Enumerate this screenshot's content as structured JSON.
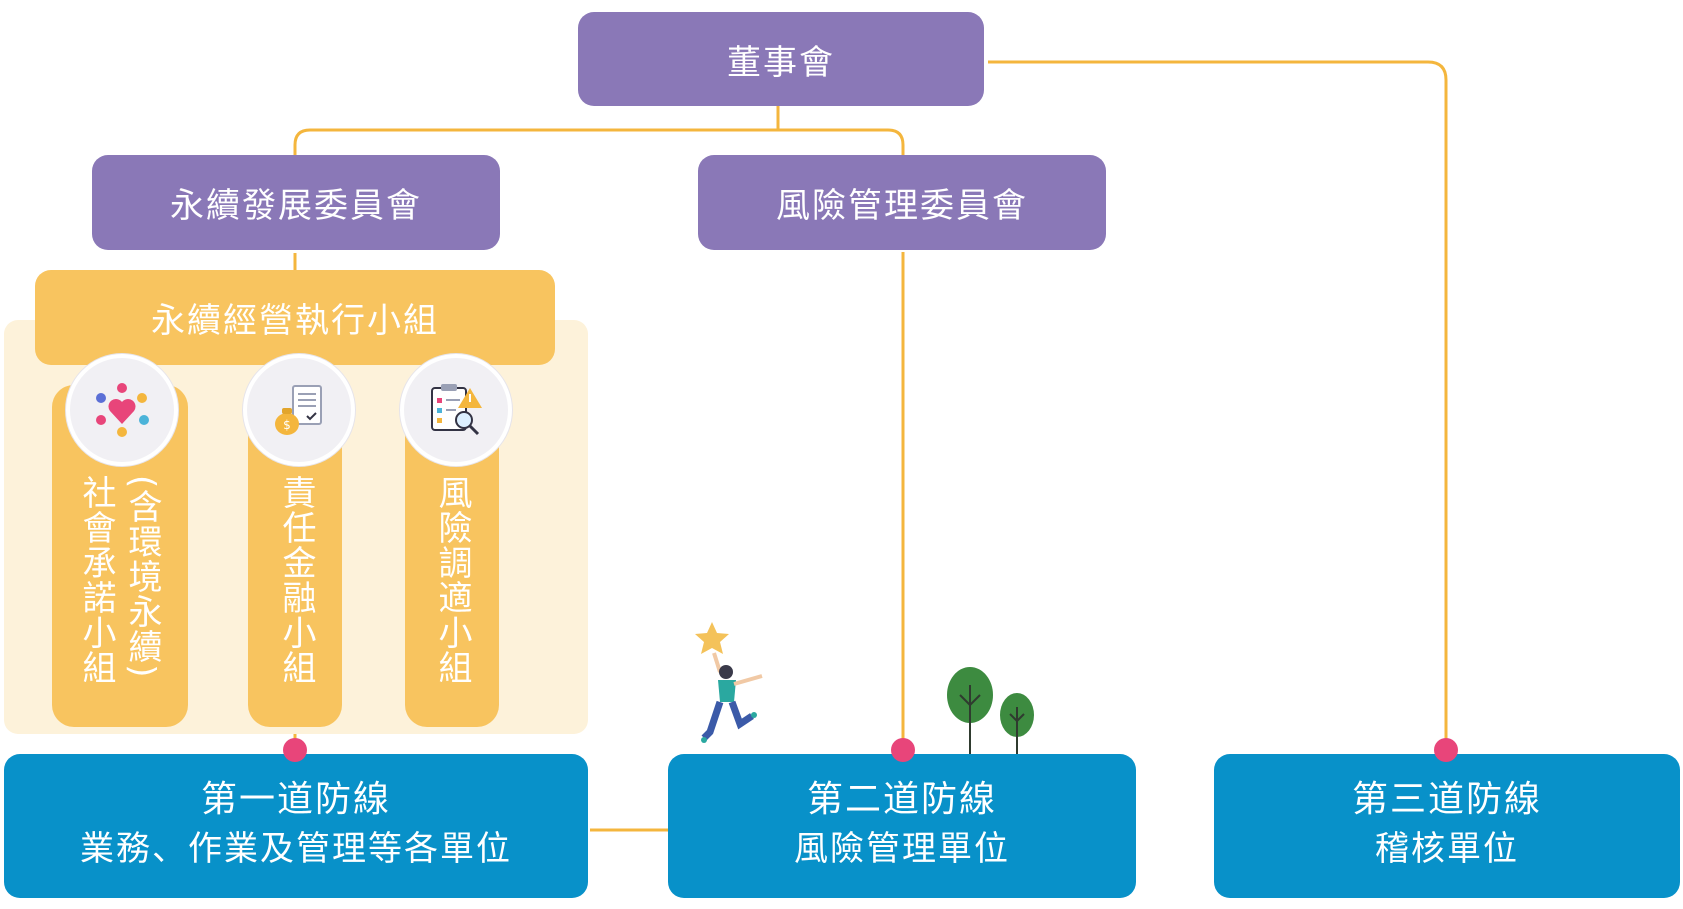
{
  "board": {
    "label": "董事會"
  },
  "committees": [
    {
      "label": "永續發展委員會"
    },
    {
      "label": "風險管理委員會"
    }
  ],
  "task_force": {
    "label": "永續經營執行小組"
  },
  "groups": [
    {
      "label": "社會承諾小組",
      "sublabel": "(含環境永續)",
      "icon": "community-heart-icon"
    },
    {
      "label": "責任金融小組",
      "icon": "money-bag-document-icon"
    },
    {
      "label": "風險調適小組",
      "icon": "clipboard-warning-magnifier-icon"
    }
  ],
  "lines_of_defense": [
    {
      "title": "第一道防線",
      "subtitle": "業務、作業及管理等各單位"
    },
    {
      "title": "第二道防線",
      "subtitle": "風險管理單位"
    },
    {
      "title": "第三道防線",
      "subtitle": "稽核單位"
    }
  ],
  "colors": {
    "purple": "#8a78b7",
    "yellow": "#f8c45f",
    "panel": "#fdf2da",
    "blue": "#0891c9",
    "connector": "#f4b63d",
    "dot": "#e8457a"
  }
}
